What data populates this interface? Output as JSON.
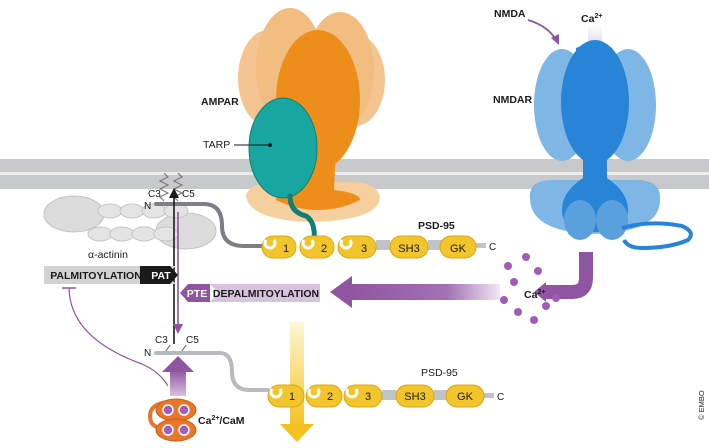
{
  "labels": {
    "ampar": "AMPAR",
    "tarp": "TARP",
    "nmda": "NMDA",
    "ca_top": "Ca",
    "ca_top_sup": "2+",
    "nmdar": "NMDAR",
    "psd95_top": "PSD-95",
    "psd95_bottom": "PSD-95",
    "c3_top": "C3",
    "c5_top": "C5",
    "n_top": "N",
    "c_top": "C",
    "c3_bottom": "C3",
    "c5_bottom": "C5",
    "n_bottom": "N",
    "c_bottom": "C",
    "alpha_actinin": "α-actinin",
    "palmitoylation": "PALMITOYLATION",
    "pat": "PAT",
    "pte": "PTE",
    "depalmitoylation": "DEPALMITOYLATION",
    "ca_mid": "Ca",
    "ca_mid_sup": "2+",
    "ca_cam": "Ca",
    "ca_cam_sup": "2+",
    "ca_cam_suffix": "/CaM",
    "copyright": "© EMBO"
  },
  "domains_top": [
    "1",
    "2",
    "3",
    "SH3",
    "GK"
  ],
  "domains_bottom": [
    "1",
    "2",
    "3",
    "SH3",
    "GK"
  ],
  "colors": {
    "membrane": "#c8c9cb",
    "membrane_line": "#ececec",
    "ampar_light": "#f2bd80",
    "ampar_dark": "#ee8e1a",
    "tarp": "#18a7a0",
    "nmdar_light": "#7eb6e6",
    "nmdar_dark": "#2784d6",
    "psd95_domain": "#f3c52c",
    "psd95_stroke": "#dda60f",
    "purple": "#8f55a2",
    "purple_light": "#c8a7d2",
    "actinin": "#dcdcdc",
    "cam_orange": "#e8772b"
  }
}
